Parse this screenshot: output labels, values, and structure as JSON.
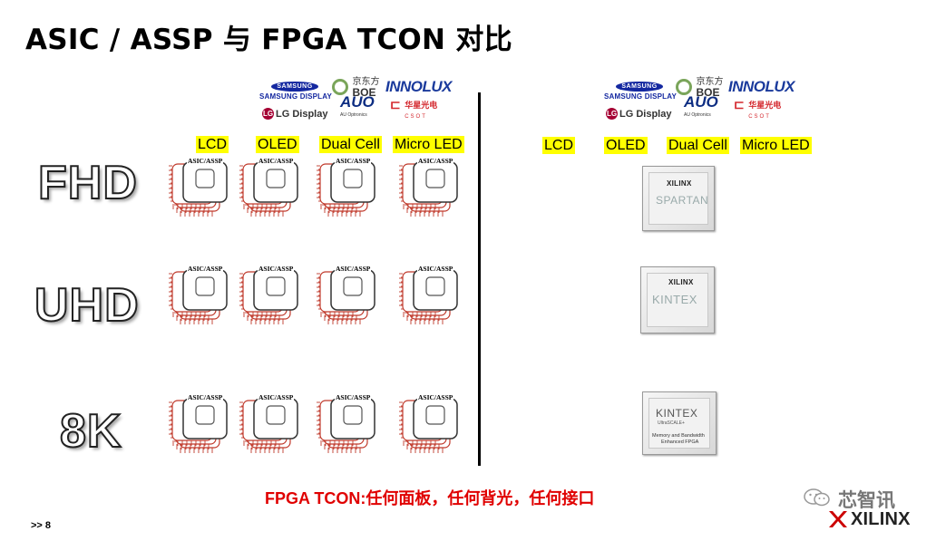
{
  "title": "ASIC / ASSP 与 FPGA TCON 对比",
  "columns": [
    "LCD",
    "OLED",
    "Dual Cell",
    "Micro LED"
  ],
  "rows": [
    "FHD",
    "UHD",
    "8K"
  ],
  "chip_label": "ASIC/ASSP",
  "logos": {
    "samsung": "SAMSUNG",
    "samsung_display": "SAMSUNG DISPLAY",
    "lg_display": "LG Display",
    "lg_mark": "LG",
    "boe_cn": "京东方",
    "boe_en": "BOE",
    "innolux": "INNOLUX",
    "auo": "AUO",
    "auo_sub": "AU Optronics",
    "csot_cn": "华星光电",
    "csot_en": "CSOT"
  },
  "fpga_chips": [
    {
      "brand": "XILINX",
      "family": "SPARTAN"
    },
    {
      "brand": "XILINX",
      "family": "KINTEX"
    },
    {
      "brand": "",
      "family": "KINTEX",
      "sub": "UltraSCALE+",
      "desc1": "Memory and Bandwidth",
      "desc2": "Enhanced FPGA"
    }
  ],
  "tagline": "FPGA TCON:任何面板，任何背光，任何接口",
  "page_number": ">> 8",
  "watermark": "芯智讯",
  "brand": "XILINX",
  "colors": {
    "highlight": "#ffff00",
    "tagline": "#e00000",
    "chip_outline": "#c0392b"
  }
}
